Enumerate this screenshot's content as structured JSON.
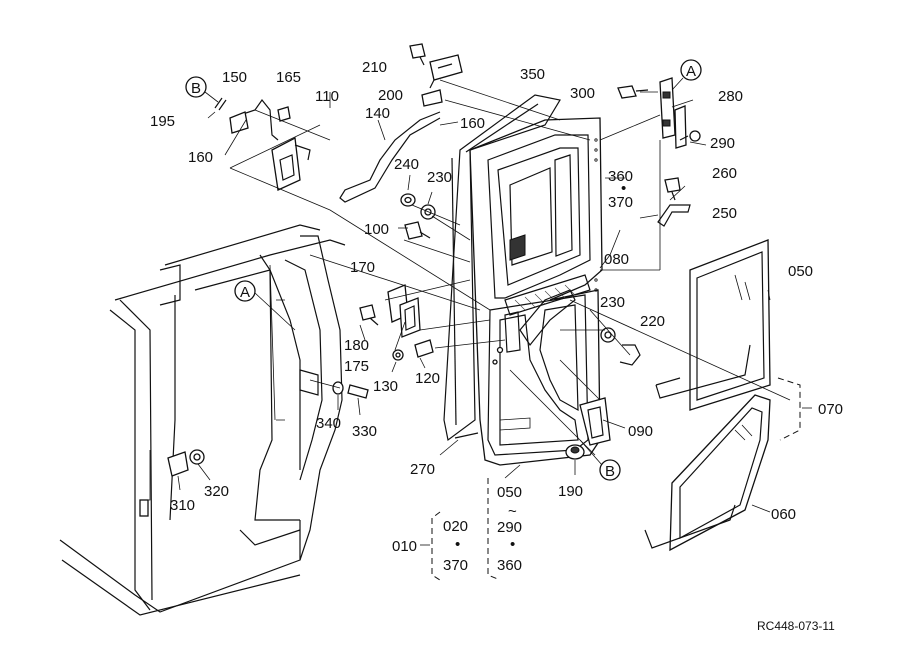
{
  "diagram": {
    "reference_code": "RC448-073-11",
    "callouts": {
      "c010": "010",
      "c020": "020",
      "c370a": "370",
      "c050b": "050",
      "c290b": "290",
      "c360b": "360",
      "dot1": "•",
      "dot2": "•",
      "tilde": "~",
      "c050": "050",
      "c060": "060",
      "c070": "070",
      "c080": "080",
      "c090": "090",
      "c100": "100",
      "c110": "110",
      "c120": "120",
      "c130": "130",
      "c140": "140",
      "c150": "150",
      "c160a": "160",
      "c160b": "160",
      "c165": "165",
      "c170": "170",
      "c175": "175",
      "c180": "180",
      "c190": "190",
      "c195": "195",
      "c200": "200",
      "c210": "210",
      "c220": "220",
      "c230a": "230",
      "c230b": "230",
      "c240": "240",
      "c250": "250",
      "c260": "260",
      "c270": "270",
      "c280": "280",
      "c290": "290",
      "c300": "300",
      "c310": "310",
      "c320": "320",
      "c330": "330",
      "c340": "340",
      "c350": "350",
      "c360": "360",
      "c370": "370",
      "dot3": "•"
    },
    "markers": {
      "A_top": "A",
      "A_left": "A",
      "B_top": "B",
      "B_bottom": "B"
    }
  }
}
